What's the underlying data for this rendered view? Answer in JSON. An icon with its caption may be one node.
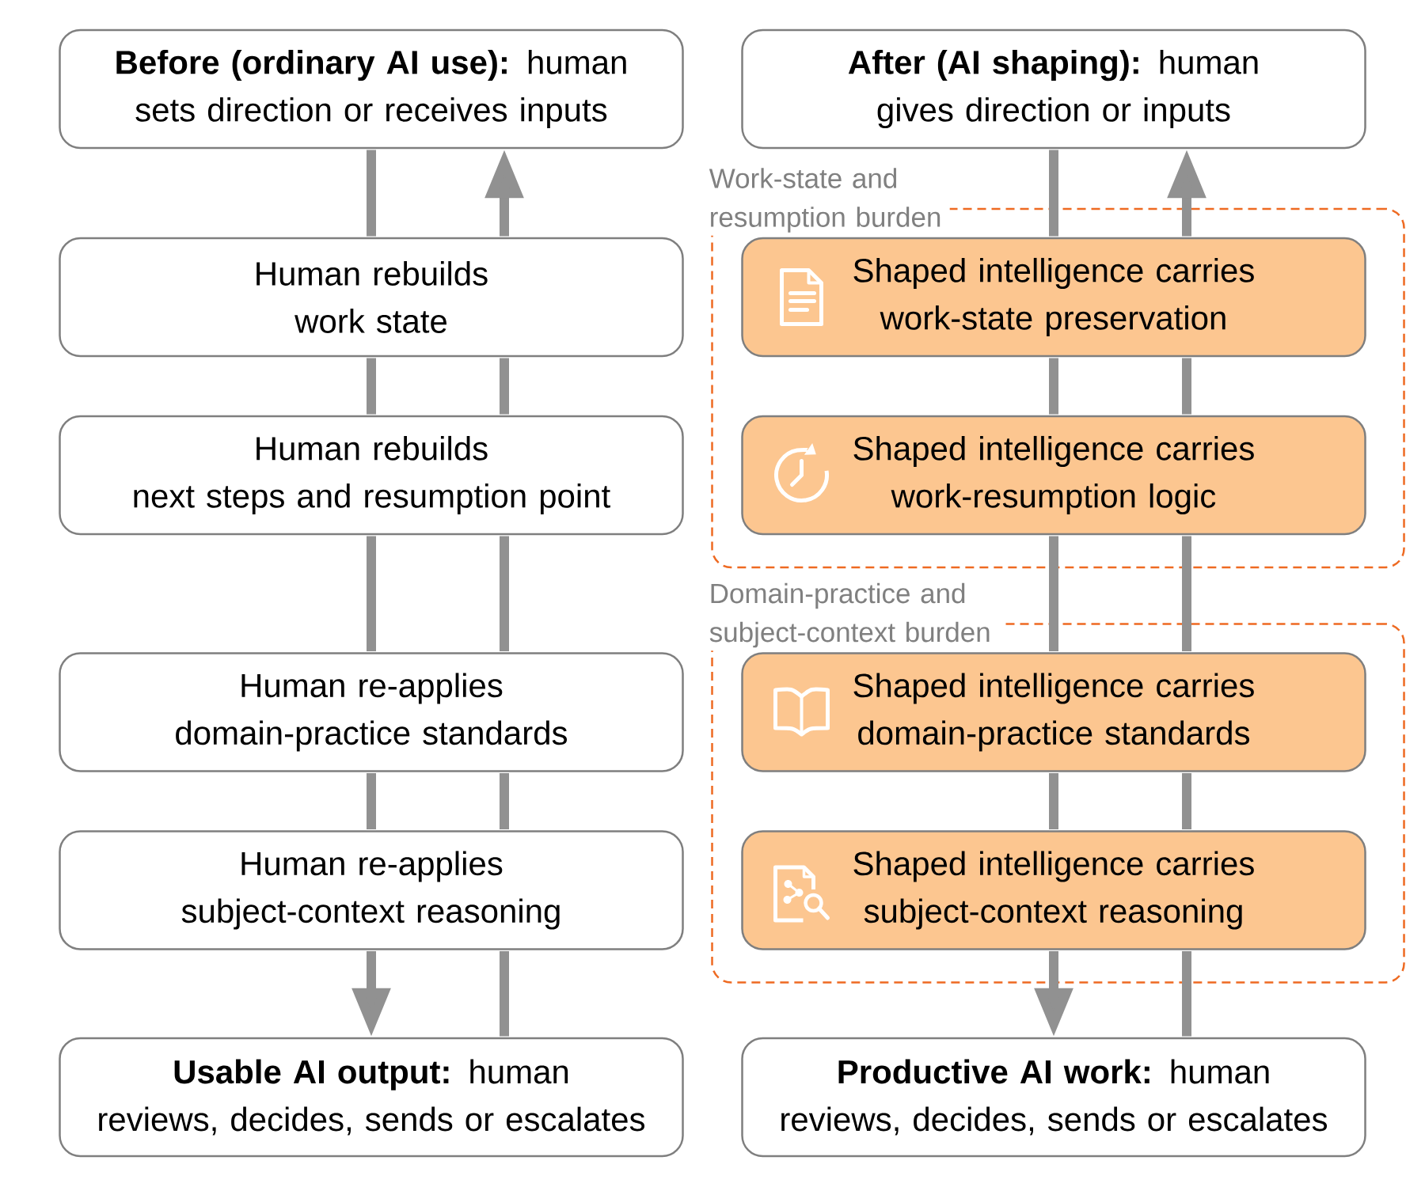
{
  "diagram": {
    "nodes": [
      {
        "text": [
          "**Before (ordinary AI use):** human sets direction or receives inputs"
        ]
      },
      {
        "text": [
          "Human rebuilds work state"
        ]
      },
      {
        "text": [
          "Human rebuilds next steps and resumption point"
        ]
      },
      {
        "text": [
          "Human re-applies domain-practice standards"
        ]
      },
      {
        "text": [
          "Human re-applies subject-context reasoning"
        ]
      },
      {
        "text": [
          "**Usable AI output:** human reviews, decides, sends or escalates"
        ]
      },
      {
        "text": [
          "**After (AI shaping):** human gives direction or inputs"
        ]
      },
      {
        "text": [
          "Work-state and resumption burden"
        ]
      },
      {
        "text": [
          "Shaped intelligence carries work-state preservation"
        ],
        "in": 7
      },
      {
        "text": [
          "Shaped intelligence carries work-resumption logic"
        ],
        "in": 7
      },
      {
        "text": [
          "Domain-practice and subject-context burden"
        ]
      },
      {
        "text": [
          "Shaped intelligence carries domain-practice standards"
        ],
        "in": 10
      },
      {
        "text": [
          "Shaped intelligence carries subject-context reasoning"
        ],
        "in": 10
      },
      {
        "text": [
          "**Productive AI work:** human reviews, decides, sends or escalates"
        ]
      }
    ],
    "edges": [
      {
        "from": 0,
        "to": 1,
        "arrow": "none"
      },
      {
        "from": 1,
        "to": 2,
        "arrow": "none"
      },
      {
        "from": 2,
        "to": 3,
        "arrow": "none"
      },
      {
        "from": 3,
        "to": 4,
        "arrow": "none"
      },
      {
        "from": 4,
        "to": 5,
        "arrow": "to"
      },
      {
        "from": 5,
        "to": 4,
        "arrow": "none"
      },
      {
        "from": 4,
        "to": 3,
        "arrow": "none"
      },
      {
        "from": 3,
        "to": 2,
        "arrow": "none"
      },
      {
        "from": 2,
        "to": 1,
        "arrow": "none"
      },
      {
        "from": 1,
        "to": 0,
        "arrow": "to"
      },
      {
        "from": 6,
        "to": 8,
        "arrow": "none"
      },
      {
        "from": 8,
        "to": 9,
        "arrow": "none"
      },
      {
        "from": 9,
        "to": 11,
        "arrow": "none"
      },
      {
        "from": 11,
        "to": 12,
        "arrow": "none"
      },
      {
        "from": 12,
        "to": 13,
        "arrow": "to"
      },
      {
        "from": 13,
        "to": 12,
        "arrow": "none"
      },
      {
        "from": 12,
        "to": 11,
        "arrow": "none"
      },
      {
        "from": 11,
        "to": 9,
        "arrow": "none"
      },
      {
        "from": 9,
        "to": 8,
        "arrow": "none"
      },
      {
        "from": 8,
        "to": 6,
        "arrow": "to"
      }
    ]
  }
}
